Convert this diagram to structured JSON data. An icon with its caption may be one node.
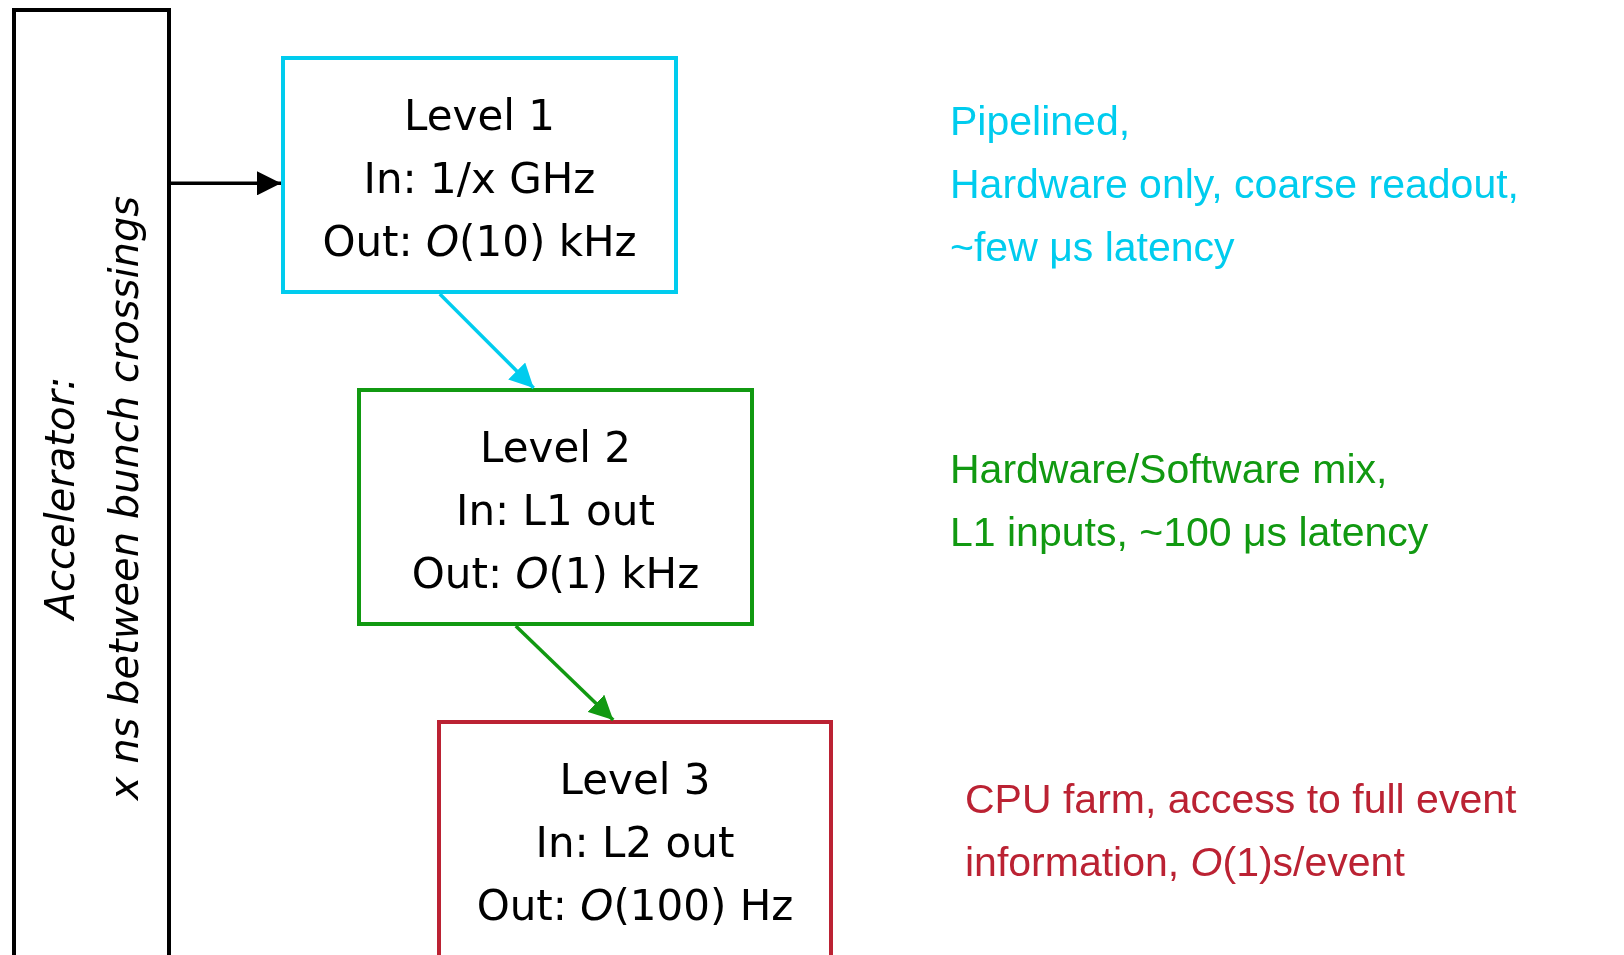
{
  "diagram": {
    "nodes": [
      {
        "text": [
          "Accelerator:",
          "x ns between bunch crossings"
        ]
      },
      {
        "text": [
          "Level 1",
          "In: 1/x GHz",
          "Out: *O*(10) kHz"
        ],
        "beside": [
          "Pipelined,",
          "Hardware only, coarse readout,",
          "~few μs latency"
        ]
      },
      {
        "text": [
          "Level 2",
          "In: L1 out",
          "Out: *O*(1) kHz"
        ],
        "beside": [
          "Hardware/Software mix,",
          "L1 inputs, ~100 μs latency"
        ]
      },
      {
        "text": [
          "Level 3",
          "In: L2 out",
          "Out: *O*(100) Hz"
        ],
        "beside": [
          "CPU farm, access to full event",
          "information, *O*(1)s/event"
        ]
      }
    ],
    "edges": [
      {
        "from": 0,
        "to": 1,
        "arrow": "to"
      },
      {
        "from": 1,
        "to": 2,
        "arrow": "to",
        "color": "#00ccee"
      },
      {
        "from": 2,
        "to": 3,
        "arrow": "to",
        "color": "#119911"
      }
    ]
  }
}
